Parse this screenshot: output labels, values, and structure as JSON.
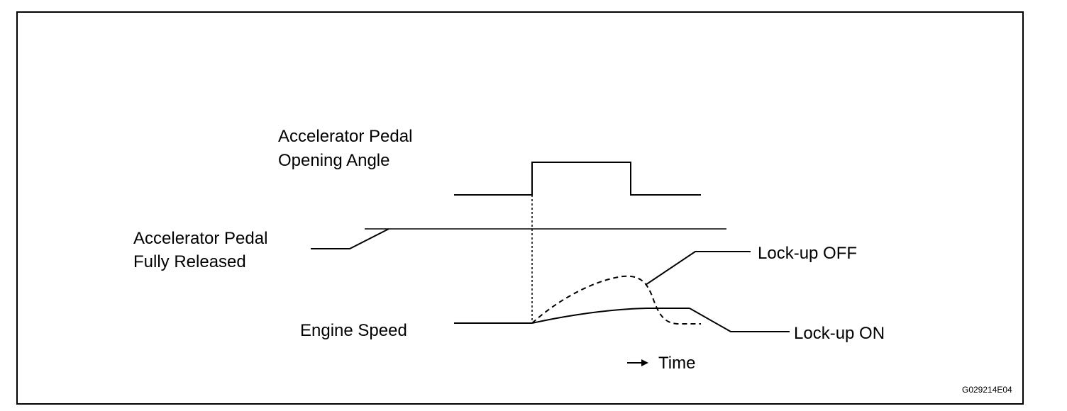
{
  "labels": {
    "pedal_angle_line1": "Accelerator Pedal",
    "pedal_angle_line2": "Opening Angle",
    "pedal_released_line1": "Accelerator Pedal",
    "pedal_released_line2": "Fully Released",
    "engine_speed": "Engine Speed",
    "lockup_off": "Lock-up OFF",
    "lockup_on": "Lock-up ON",
    "time": "Time",
    "figure_code": "G029214E04"
  },
  "style": {
    "line_color": "#000000",
    "background": "#ffffff"
  }
}
